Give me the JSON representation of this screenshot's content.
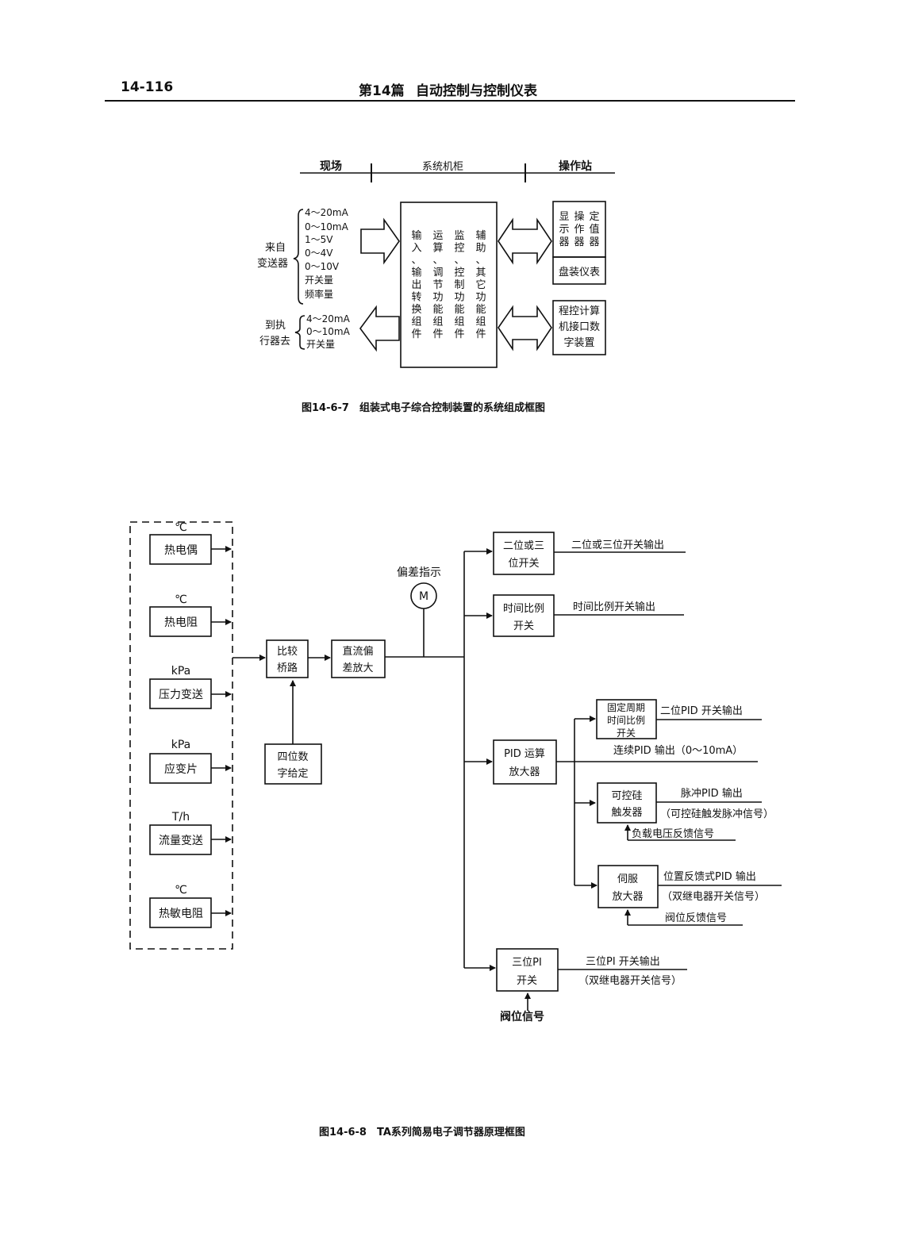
{
  "header": {
    "page_number": "14-116",
    "chapter": "第14篇",
    "title": "自动控制与控制仪表"
  },
  "fig1": {
    "zones": {
      "field": "现场",
      "cabinet": "系统机柜",
      "station": "操作站"
    },
    "from_transmitter": [
      "来自",
      "变送器"
    ],
    "input_signals": [
      "4～20mA",
      "0～10mA",
      "1～5V",
      "0～4V",
      "0～10V",
      "开关量",
      "频率量"
    ],
    "to_actuator": [
      "到执",
      "行器去"
    ],
    "output_signals": [
      "4～20mA",
      "0～10mA",
      "开关量"
    ],
    "modules": {
      "io": [
        "输",
        "入",
        "、",
        "输",
        "出",
        "转",
        "换",
        "组",
        "件"
      ],
      "calc": [
        "运",
        "算",
        "、",
        "调",
        "节",
        "功",
        "能",
        "组",
        "件"
      ],
      "monitor": [
        "监",
        "控",
        "、",
        "控",
        "制",
        "功",
        "能",
        "组",
        "件"
      ],
      "aux": [
        "辅",
        "助",
        "、",
        "其",
        "它",
        "功",
        "能",
        "组",
        "件"
      ]
    },
    "station_cols": [
      [
        "显",
        "示",
        "器"
      ],
      [
        "操",
        "作",
        "器"
      ],
      [
        "定",
        "值",
        "器"
      ]
    ],
    "panel_instrument": "盘装仪表",
    "computer": [
      "程控计算",
      "机接口数",
      "字装置"
    ],
    "caption": "图14-6-7　组装式电子综合控制装置的系统组成框图"
  },
  "fig2": {
    "sensors": [
      {
        "unit": "℃",
        "label": "热电偶"
      },
      {
        "unit": "℃",
        "label": "热电阻"
      },
      {
        "unit": "kPa",
        "label": "压力变送"
      },
      {
        "unit": "kPa",
        "label": "应变片"
      },
      {
        "unit": "T/h",
        "label": "流量变送"
      },
      {
        "unit": "℃",
        "label": "热敏电阻"
      }
    ],
    "bridge": [
      "比较",
      "桥路"
    ],
    "dc_amp": [
      "直流偏",
      "差放大"
    ],
    "setpoint": [
      "四位数",
      "字给定"
    ],
    "deviation_indicator": "偏差指示",
    "meter_symbol": "M",
    "two_three_switch": [
      "二位或三",
      "位开关"
    ],
    "two_three_output": "二位或三位开关输出",
    "time_prop": [
      "时间比例",
      "开关"
    ],
    "time_prop_output": "时间比例开关输出",
    "pid_amp": [
      "PID 运算",
      "放大器"
    ],
    "fixed_period": [
      "固定周期",
      "时间比例",
      "开关"
    ],
    "pid_switch_output": "二位PID 开关输出",
    "pid_continuous_output": "连续PID 输出（0～10mA）",
    "scr": [
      "可控硅",
      "触发器"
    ],
    "pulse_output": "脉冲PID 输出",
    "pulse_signal": "（可控硅触发脉冲信号）",
    "load_feedback": "负载电压反馈信号",
    "servo": [
      "伺服",
      "放大器"
    ],
    "position_output": "位置反馈式PID 输出",
    "relay_signal": "（双继电器开关信号）",
    "valve_feedback": "阀位反馈信号",
    "pi_switch": [
      "三位PI",
      "开关"
    ],
    "pi_output": "三位PI 开关输出",
    "pi_relay_signal": "（双继电器开关信号）",
    "valve_signal": "阀位信号",
    "caption": "图14-6-8　TA系列简易电子调节器原理框图"
  }
}
